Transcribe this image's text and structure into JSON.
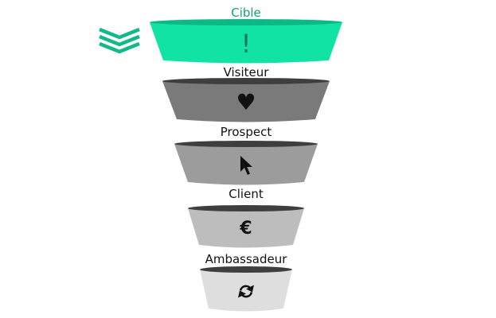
{
  "funnel": {
    "stages": [
      {
        "label": "Cible",
        "icon": "exclamation-icon",
        "glyph": "!",
        "body_color": "#10e3a4",
        "rim_color": "#0cb886",
        "label_color": "#14a270",
        "icon_color": "#0b7a58"
      },
      {
        "label": "Visiteur",
        "icon": "heart-icon",
        "glyph": "♥",
        "body_color": "#7a7a7a",
        "rim_color": "#3e3e3e",
        "label_color": "#111111",
        "icon_color": "#111111"
      },
      {
        "label": "Prospect",
        "icon": "cursor-arrow-icon",
        "glyph": "",
        "body_color": "#9c9c9c",
        "rim_color": "#3e3e3e",
        "label_color": "#111111",
        "icon_color": "#111111"
      },
      {
        "label": "Client",
        "icon": "euro-icon",
        "glyph": "€",
        "body_color": "#bdbdbd",
        "rim_color": "#3e3e3e",
        "label_color": "#111111",
        "icon_color": "#111111"
      },
      {
        "label": "Ambassadeur",
        "icon": "refresh-cycle-icon",
        "glyph": "",
        "body_color": "#dedede",
        "rim_color": "#3e3e3e",
        "label_color": "#111111",
        "icon_color": "#111111"
      }
    ],
    "active_marker": {
      "icon": "chevrons-down-icon",
      "color": "#13b88b",
      "stage_index": 0
    }
  }
}
